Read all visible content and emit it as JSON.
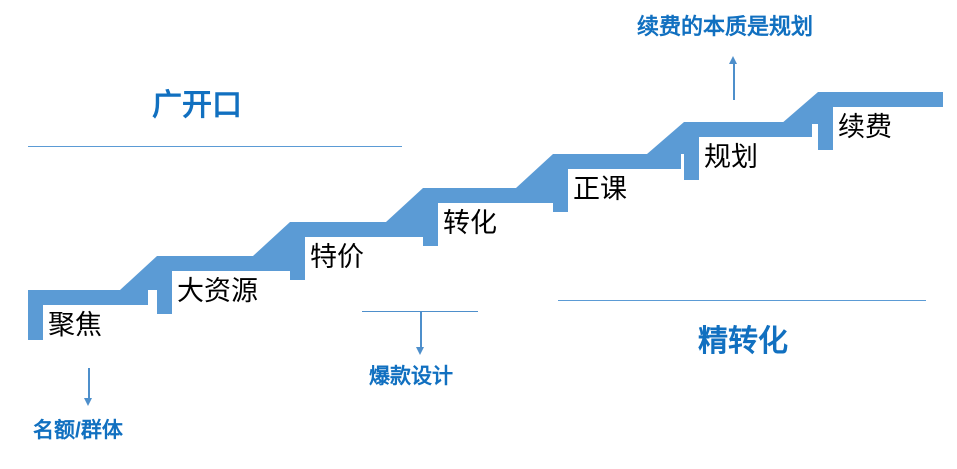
{
  "colors": {
    "step_fill": "#5B9BD5",
    "heading_text": "#1170C0",
    "label_text": "#000000",
    "connector": "#4E8FCB",
    "background": "#FFFFFF"
  },
  "diagram": {
    "type": "staircase-process",
    "steps": [
      {
        "label": "聚焦",
        "index": 1
      },
      {
        "label": "大资源",
        "index": 2
      },
      {
        "label": "特价",
        "index": 3
      },
      {
        "label": "转化",
        "index": 4
      },
      {
        "label": "正课",
        "index": 5
      },
      {
        "label": "规划",
        "index": 6
      },
      {
        "label": "续费",
        "index": 7
      }
    ],
    "sections": [
      {
        "name": "广开口",
        "covers": "steps 1-3"
      },
      {
        "name": "精转化",
        "covers": "steps 5-7"
      }
    ],
    "callouts": [
      {
        "text": "名额/群体",
        "from_step": "聚焦",
        "direction": "down"
      },
      {
        "text": "爆款设计",
        "from_step": "特价",
        "direction": "down"
      },
      {
        "text": "续费的本质是规划",
        "from_step": "规划",
        "direction": "up"
      }
    ]
  }
}
